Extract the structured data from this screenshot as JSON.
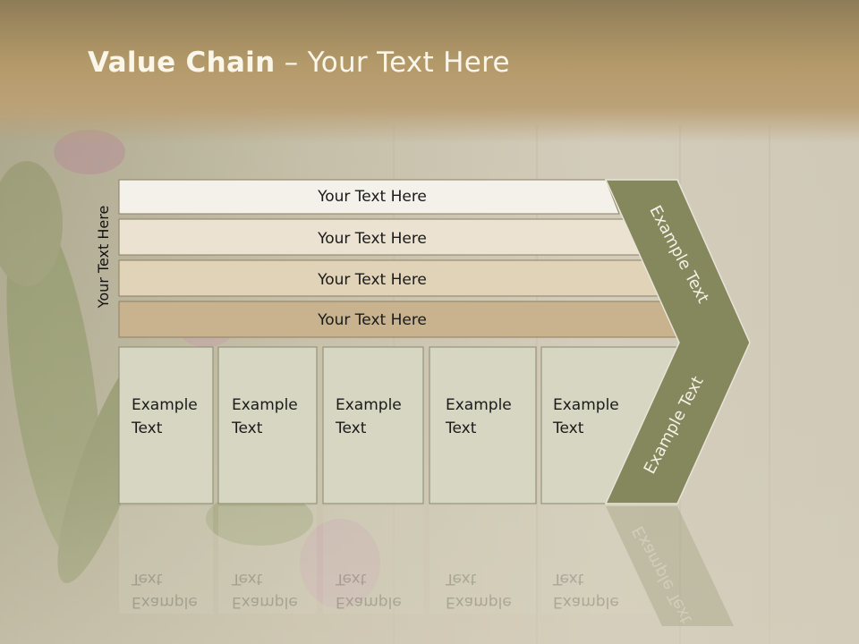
{
  "slide": {
    "title_bold": "Value Chain",
    "title_rest": " – Your Text Here",
    "vertical_label": "Your Text Here",
    "rows": [
      {
        "label": "Your Text Here"
      },
      {
        "label": "Your Text Here"
      },
      {
        "label": "Your Text Here"
      },
      {
        "label": "Your Text Here"
      }
    ],
    "boxes": [
      {
        "line1": "Example",
        "line2": "Text"
      },
      {
        "line1": "Example",
        "line2": "Text"
      },
      {
        "line1": "Example",
        "line2": "Text"
      },
      {
        "line1": "Example",
        "line2": "Text"
      },
      {
        "line1": "Example",
        "line2": "Text"
      }
    ],
    "chevron_upper": "Example Text",
    "chevron_lower": "Example Text",
    "colors": {
      "row1": "#f4f1ea",
      "row2": "#ebe2d2",
      "row3": "#e0d3b8",
      "row4": "#c9b38e",
      "box": "#d6d6c2",
      "chevron": "#85875d"
    }
  }
}
